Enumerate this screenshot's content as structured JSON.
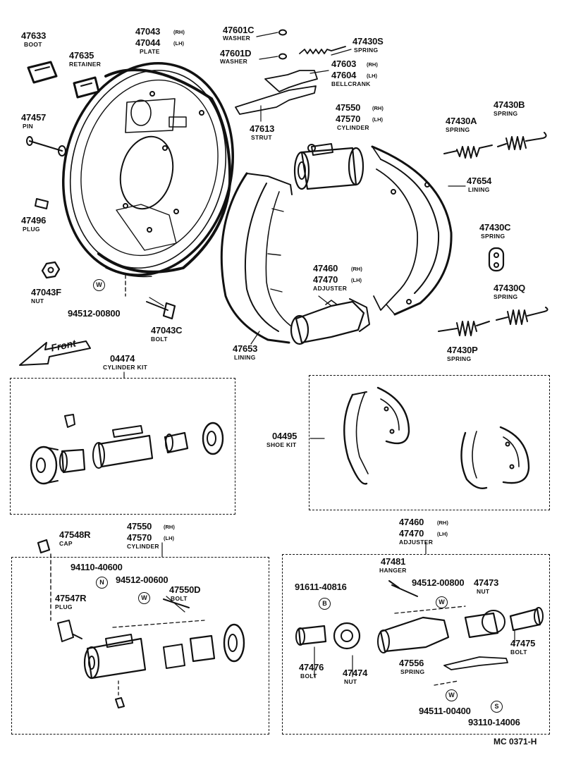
{
  "parts": [
    {
      "num": "47633",
      "name": "BOOT"
    },
    {
      "num": "47635",
      "name": "RETAINER"
    },
    {
      "num": "47043",
      "side": "(RH)"
    },
    {
      "num": "47044",
      "side": "(LH)",
      "name": "PLATE"
    },
    {
      "num": "47601C",
      "name": "WASHER"
    },
    {
      "num": "47601D",
      "name": "WASHER"
    },
    {
      "num": "47430S",
      "name": "SPRING"
    },
    {
      "num": "47603",
      "side": "(RH)"
    },
    {
      "num": "47604",
      "side": "(LH)",
      "name": "BELLCRANK"
    },
    {
      "num": "47457",
      "name": "PIN"
    },
    {
      "num": "47613",
      "name": "STRUT"
    },
    {
      "num": "47550",
      "side": "(RH)"
    },
    {
      "num": "47570",
      "side": "(LH)",
      "name": "CYLINDER"
    },
    {
      "num": "47430A",
      "name": "SPRING"
    },
    {
      "num": "47430B",
      "name": "SPRING"
    },
    {
      "num": "47654",
      "name": "LINING"
    },
    {
      "num": "47496",
      "name": "PLUG"
    },
    {
      "num": "47430C",
      "name": "SPRING"
    },
    {
      "num": "47460",
      "side": "(RH)"
    },
    {
      "num": "47470",
      "side": "(LH)",
      "name": "ADJUSTER"
    },
    {
      "num": "47043F",
      "name": "NUT"
    },
    {
      "num": "94512-00800"
    },
    {
      "num": "47430Q",
      "name": "SPRING"
    },
    {
      "num": "47043C",
      "name": "BOLT"
    },
    {
      "num": "47653",
      "name": "LINING"
    },
    {
      "num": "47430P",
      "name": "SPRING"
    },
    {
      "num": "04474",
      "name": "CYLINDER KIT"
    },
    {
      "num": "04495",
      "name": "SHOE KIT"
    },
    {
      "num": "47548R",
      "name": "CAP"
    },
    {
      "num": "47550",
      "side": "(RH)"
    },
    {
      "num": "47570",
      "side": "(LH)",
      "name": "CYLINDER"
    },
    {
      "num": "94110-40600"
    },
    {
      "num": "94512-00600"
    },
    {
      "num": "47550D",
      "name": "BOLT"
    },
    {
      "num": "47547R",
      "name": "PLUG"
    },
    {
      "num": "47460",
      "side": "(RH)"
    },
    {
      "num": "47470",
      "side": "(LH)",
      "name": "ADJUSTER"
    },
    {
      "num": "47481",
      "name": "HANGER"
    },
    {
      "num": "91611-40816"
    },
    {
      "num": "94512-00800"
    },
    {
      "num": "47473",
      "name": "NUT"
    },
    {
      "num": "47476",
      "name": "BOLT"
    },
    {
      "num": "47474",
      "name": "NUT"
    },
    {
      "num": "47556",
      "name": "SPRING"
    },
    {
      "num": "47475",
      "name": "BOLT"
    },
    {
      "num": "94511-00400"
    },
    {
      "num": "93110-14006"
    }
  ],
  "symbols": {
    "w": "W",
    "n": "N",
    "b": "B",
    "s": "S"
  },
  "front_label": "Front",
  "ref_code": "MC 0371-H"
}
